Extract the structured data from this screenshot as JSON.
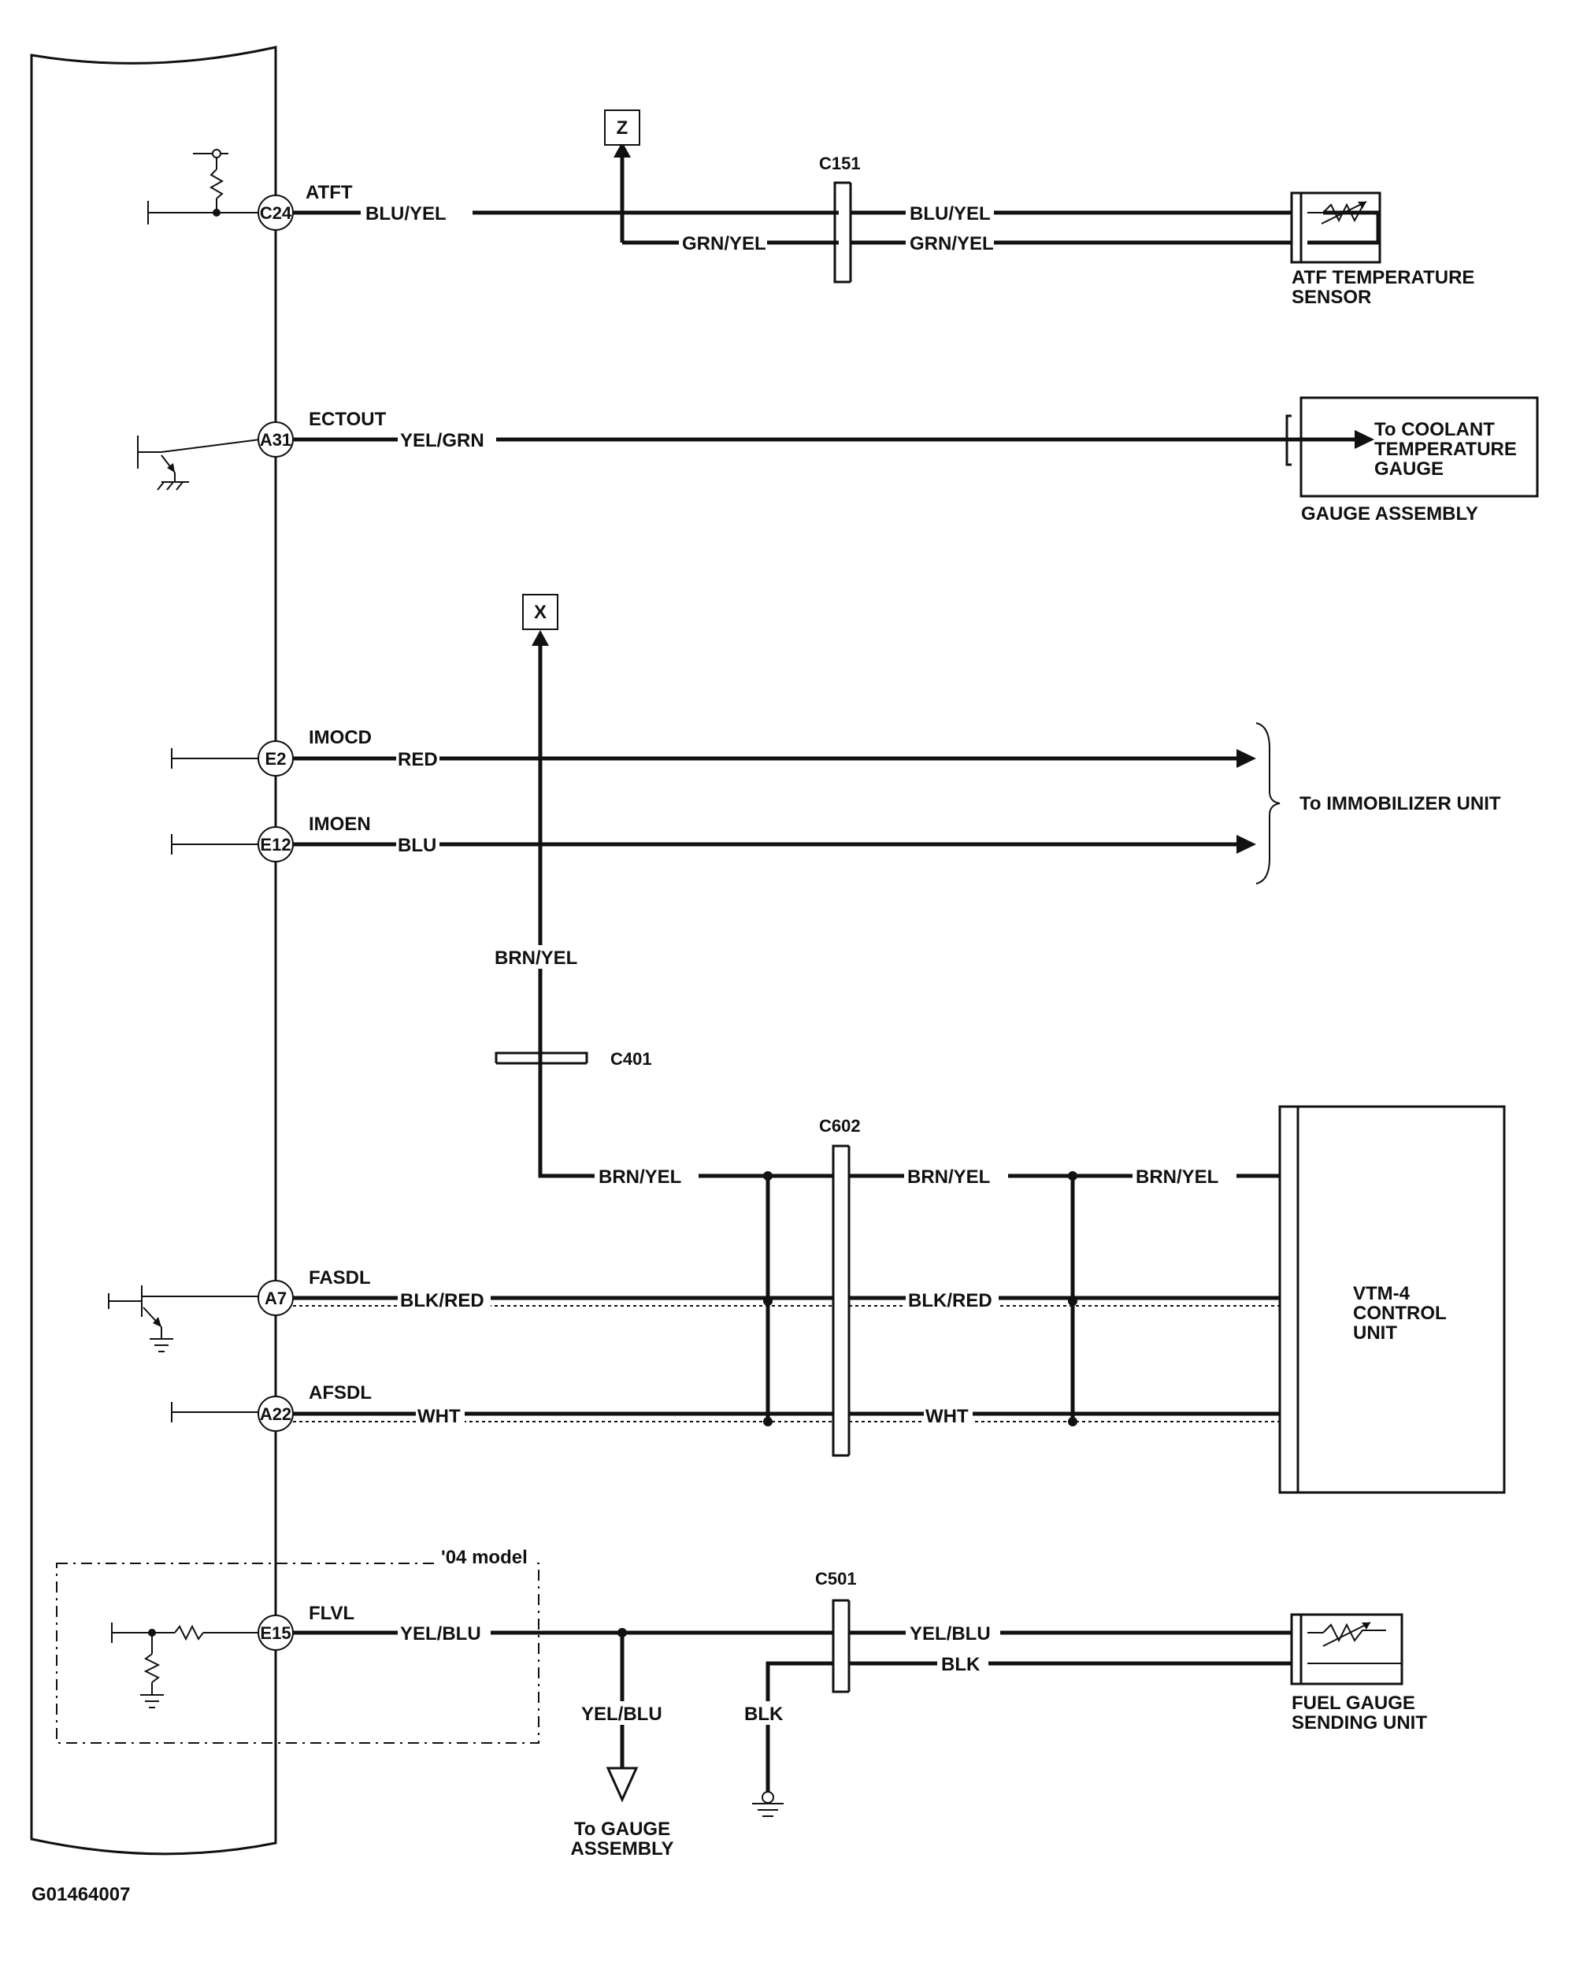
{
  "pins": {
    "c24": "C24",
    "a31": "A31",
    "e2": "E2",
    "e12": "E12",
    "a7": "A7",
    "a22": "A22",
    "e15": "E15"
  },
  "signals": {
    "atft": "ATFT",
    "ectout": "ECTOUT",
    "imocd": "IMOCD",
    "imoen": "IMOEN",
    "fasdl": "FASDL",
    "afsdl": "AFSDL",
    "flvl": "FLVL"
  },
  "wires": {
    "blu_yel": "BLU/YEL",
    "grn_yel": "GRN/YEL",
    "yel_grn": "YEL/GRN",
    "red": "RED",
    "blu": "BLU",
    "brn_yel": "BRN/YEL",
    "blk_red": "BLK/RED",
    "wht": "WHT",
    "yel_blu": "YEL/BLU",
    "blk": "BLK"
  },
  "connectors": {
    "c151": "C151",
    "c401": "C401",
    "c602": "C602",
    "c501": "C501"
  },
  "refs": {
    "z": "Z",
    "x": "X"
  },
  "components": {
    "atf_sensor": [
      "ATF TEMPERATURE",
      "SENSOR"
    ],
    "coolant_gauge": [
      "To COOLANT",
      "TEMPERATURE",
      "GAUGE"
    ],
    "gauge_assembly": "GAUGE ASSEMBLY",
    "immobilizer": "To IMMOBILIZER UNIT",
    "vtm4": [
      "VTM-4",
      "CONTROL",
      "UNIT"
    ],
    "model_box": "'04 model",
    "to_gauge": [
      "To GAUGE",
      "ASSEMBLY"
    ],
    "fuel_unit": [
      "FUEL GAUGE",
      "SENDING UNIT"
    ]
  },
  "figure_id": "G01464007"
}
